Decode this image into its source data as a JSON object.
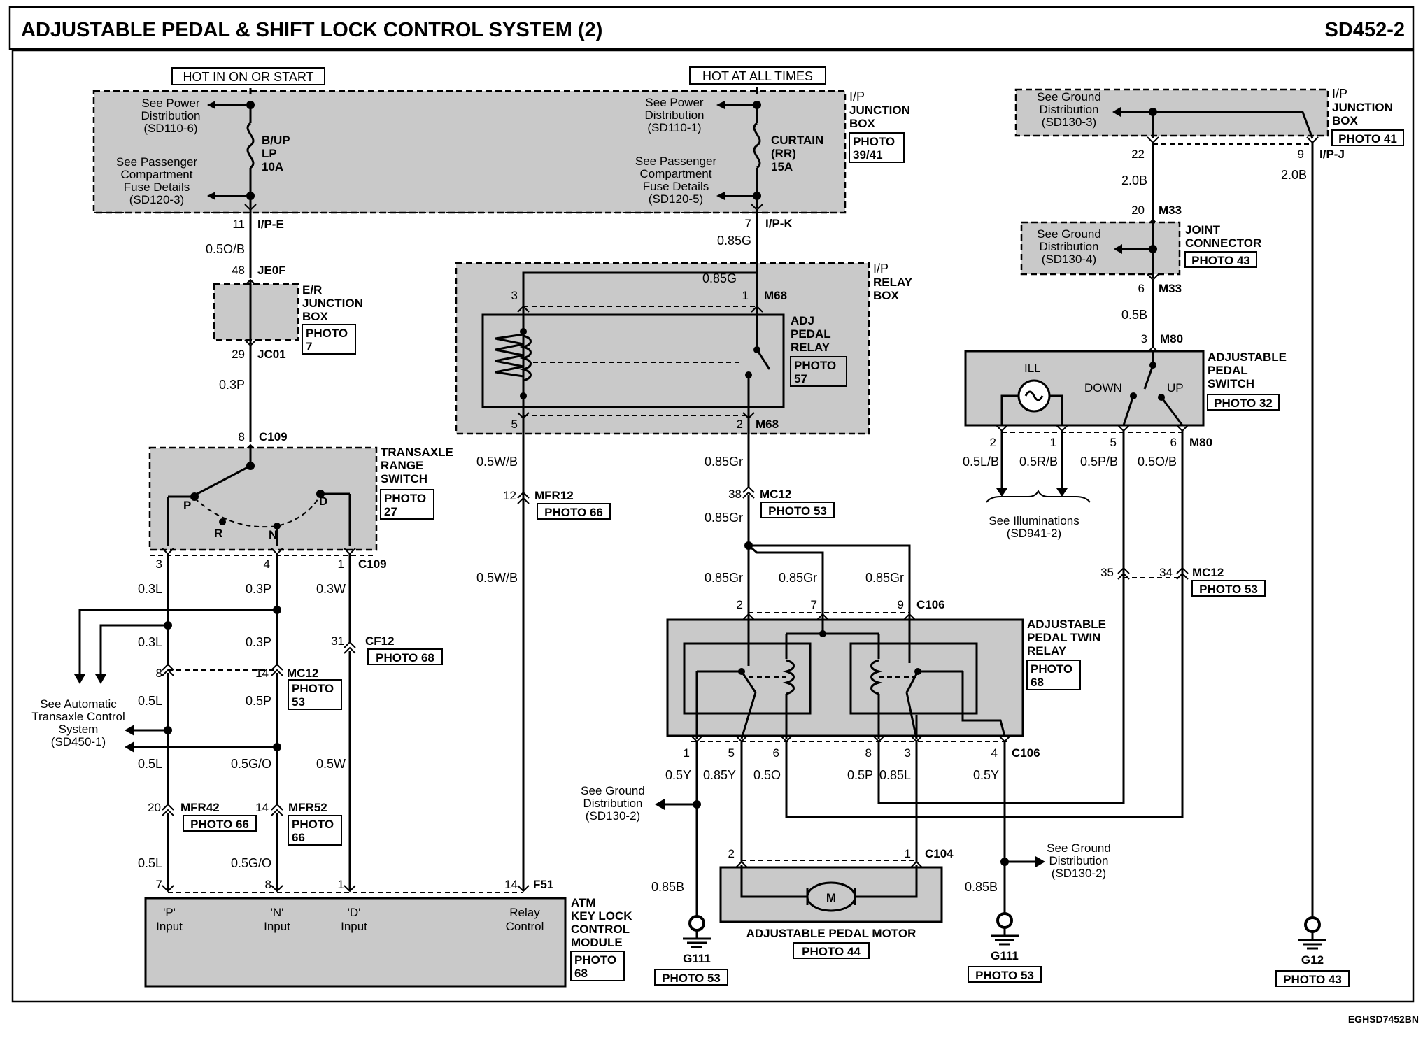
{
  "title": "ADJUSTABLE PEDAL & SHIFT LOCK CONTROL SYSTEM (2)",
  "page_code": "SD452-2",
  "drawing_code": "EGHSD7452BN",
  "hot_labels": {
    "start": "HOT IN ON OR START",
    "always": "HOT AT ALL TIMES"
  },
  "components": {
    "ip_jb_main": {
      "label": [
        "I/P",
        "JUNCTION",
        "BOX"
      ],
      "photo": [
        "PHOTO",
        "39/41"
      ]
    },
    "ip_jb_right": {
      "label": [
        "I/P",
        "JUNCTION",
        "BOX"
      ],
      "photo": [
        "PHOTO 41"
      ]
    },
    "er_jb": {
      "label": [
        "E/R",
        "JUNCTION",
        "BOX"
      ],
      "photo": [
        "PHOTO",
        "7"
      ]
    },
    "ip_relay_box": {
      "label": [
        "I/P",
        "RELAY",
        "BOX"
      ]
    },
    "adj_pedal_relay": {
      "label": [
        "ADJ",
        "PEDAL",
        "RELAY"
      ],
      "photo": [
        "PHOTO",
        "57"
      ]
    },
    "joint_connector": {
      "label": [
        "JOINT",
        "CONNECTOR"
      ],
      "photo": [
        "PHOTO 43"
      ]
    },
    "adj_pedal_switch": {
      "label": [
        "ADJUSTABLE",
        "PEDAL",
        "SWITCH"
      ],
      "photo": [
        "PHOTO 32"
      ],
      "ill": "ILL",
      "down": "DOWN",
      "up": "UP"
    },
    "transaxle_range_switch": {
      "label": [
        "TRANSAXLE",
        "RANGE",
        "SWITCH"
      ],
      "photo": [
        "PHOTO",
        "27"
      ],
      "positions": [
        "P",
        "R",
        "N",
        "D"
      ]
    },
    "twin_relay": {
      "label": [
        "ADJUSTABLE",
        "PEDAL TWIN",
        "RELAY"
      ],
      "photo": [
        "PHOTO",
        "68"
      ]
    },
    "pedal_motor": {
      "label": "ADJUSTABLE PEDAL MOTOR",
      "photo": "PHOTO 44",
      "symbol": "M"
    },
    "atm_module": {
      "label": [
        "ATM",
        "KEY LOCK",
        "CONTROL",
        "MODULE"
      ],
      "photo": [
        "PHOTO",
        "68"
      ],
      "inputs": [
        [
          "'P'",
          "Input"
        ],
        [
          "'N'",
          "Input"
        ],
        [
          "'D'",
          "Input"
        ],
        [
          "Relay",
          "Control"
        ]
      ]
    }
  },
  "fuses": [
    {
      "name": [
        "B/UP",
        "LP",
        "10A"
      ]
    },
    {
      "name": [
        "CURTAIN",
        "(RR)",
        "15A"
      ]
    }
  ],
  "notes": {
    "power_dist_1": [
      "See Power",
      "Distribution",
      "(SD110-6)"
    ],
    "pass_fuse_1": [
      "See Passenger",
      "Compartment",
      "Fuse Details",
      "(SD120-3)"
    ],
    "power_dist_2": [
      "See Power",
      "Distribution",
      "(SD110-1)"
    ],
    "pass_fuse_2": [
      "See Passenger",
      "Compartment",
      "Fuse Details",
      "(SD120-5)"
    ],
    "ground_dist_1": [
      "See Ground",
      "Distribution",
      "(SD130-3)"
    ],
    "ground_dist_2": [
      "See Ground",
      "Distribution",
      "(SD130-4)"
    ],
    "illum": [
      "See Illuminations",
      "(SD941-2)"
    ],
    "auto_trans": [
      "See Automatic",
      "Transaxle Control",
      "System",
      "(SD450-1)"
    ],
    "ground_dist_3": [
      "See Ground",
      "Distribution",
      "(SD130-2)"
    ],
    "ground_dist_4": [
      "See Ground",
      "Distribution",
      "(SD130-2)"
    ]
  },
  "connectors": {
    "ipe": "I/P-E",
    "ipk": "I/P-K",
    "ipj": "I/P-J",
    "je0f": "JE0F",
    "jc01": "JC01",
    "m68a": "M68",
    "m68b": "M68",
    "m33a": "M33",
    "m33b": "M33",
    "m80a": "M80",
    "m80b": "M80",
    "c109a": "C109",
    "c109b": "C109",
    "mfr12": "MFR12",
    "mc12a": "MC12",
    "mc12b": "MC12",
    "mc12c": "MC12",
    "cf12": "CF12",
    "mfr42": "MFR42",
    "mfr52": "MFR52",
    "f51": "F51",
    "c106a": "C106",
    "c106b": "C106",
    "c104": "C104"
  },
  "connector_photos": {
    "mfr12": "PHOTO 66",
    "mc12a": "PHOTO 53",
    "mc12b": [
      "PHOTO",
      "53"
    ],
    "cf12": "PHOTO 68",
    "mfr42": "PHOTO 66",
    "mfr52": [
      "PHOTO",
      "66"
    ],
    "mc12c": "PHOTO 53"
  },
  "pins": {
    "ipe": "11",
    "ipk": "7",
    "ipj_22": "22",
    "ipj_9": "9",
    "je0f": "48",
    "jc01": "29",
    "m68_3": "3",
    "m68_1": "1",
    "m68_5": "5",
    "m68_2": "2",
    "m33_20": "20",
    "m33_6": "6",
    "m80_3": "3",
    "m80_2": "2",
    "m80_1": "1",
    "m80_5": "5",
    "m80_6": "6",
    "c109_8": "8",
    "c109_3": "3",
    "c109_4": "4",
    "c109_1": "1",
    "mfr12": "12",
    "mc12_38": "38",
    "mc12_8": "8",
    "mc12_14": "14",
    "cf12": "31",
    "mfr42": "20",
    "mfr52": "14",
    "atm_7": "7",
    "atm_8": "8",
    "atm_1": "1",
    "atm_14": "14",
    "c106_2": "2",
    "c106_7": "7",
    "c106_9": "9",
    "c106_1": "1",
    "c106_5": "5",
    "c106_6": "6",
    "c106_8": "8",
    "c106_3": "3",
    "c106_4": "4",
    "c104_2": "2",
    "c104_1": "1",
    "mc12_35": "35",
    "mc12_34": "34"
  },
  "wires": {
    "w_05ob": "0.5O/B",
    "w_03p_a": "0.3P",
    "w_085g_a": "0.85G",
    "w_085g_b": "0.85G",
    "w_20b_a": "2.0B",
    "w_20b_b": "2.0B",
    "w_05b": "0.5B",
    "w_05lb": "0.5L/B",
    "w_05rb": "0.5R/B",
    "w_05pb": "0.5P/B",
    "w_05ob2": "0.5O/B",
    "w_05wb_a": "0.5W/B",
    "w_05wb_b": "0.5W/B",
    "w_085gr_a": "0.85Gr",
    "w_085gr_b": "0.85Gr",
    "w_085gr_c": "0.85Gr",
    "w_085gr_d": "0.85Gr",
    "w_085gr_e": "0.85Gr",
    "w_03l_a": "0.3L",
    "w_03p_b": "0.3P",
    "w_03w": "0.3W",
    "w_03l_b": "0.3L",
    "w_03p_c": "0.3P",
    "w_05l_a": "0.5L",
    "w_05p": "0.5P",
    "w_05l_b": "0.5L",
    "w_05go_a": "0.5G/O",
    "w_05w": "0.5W",
    "w_05l_c": "0.5L",
    "w_05go_b": "0.5G/O",
    "w_05y_a": "0.5Y",
    "w_085y": "0.85Y",
    "w_05o": "0.5O",
    "w_05p2": "0.5P",
    "w_085l": "0.85L",
    "w_05y_b": "0.5Y",
    "w_085b_a": "0.85B",
    "w_085b_b": "0.85B"
  },
  "grounds": [
    {
      "name": "G111",
      "photo": "PHOTO 53"
    },
    {
      "name": "G111",
      "photo": "PHOTO 53"
    },
    {
      "name": "G12",
      "photo": "PHOTO 43"
    }
  ]
}
